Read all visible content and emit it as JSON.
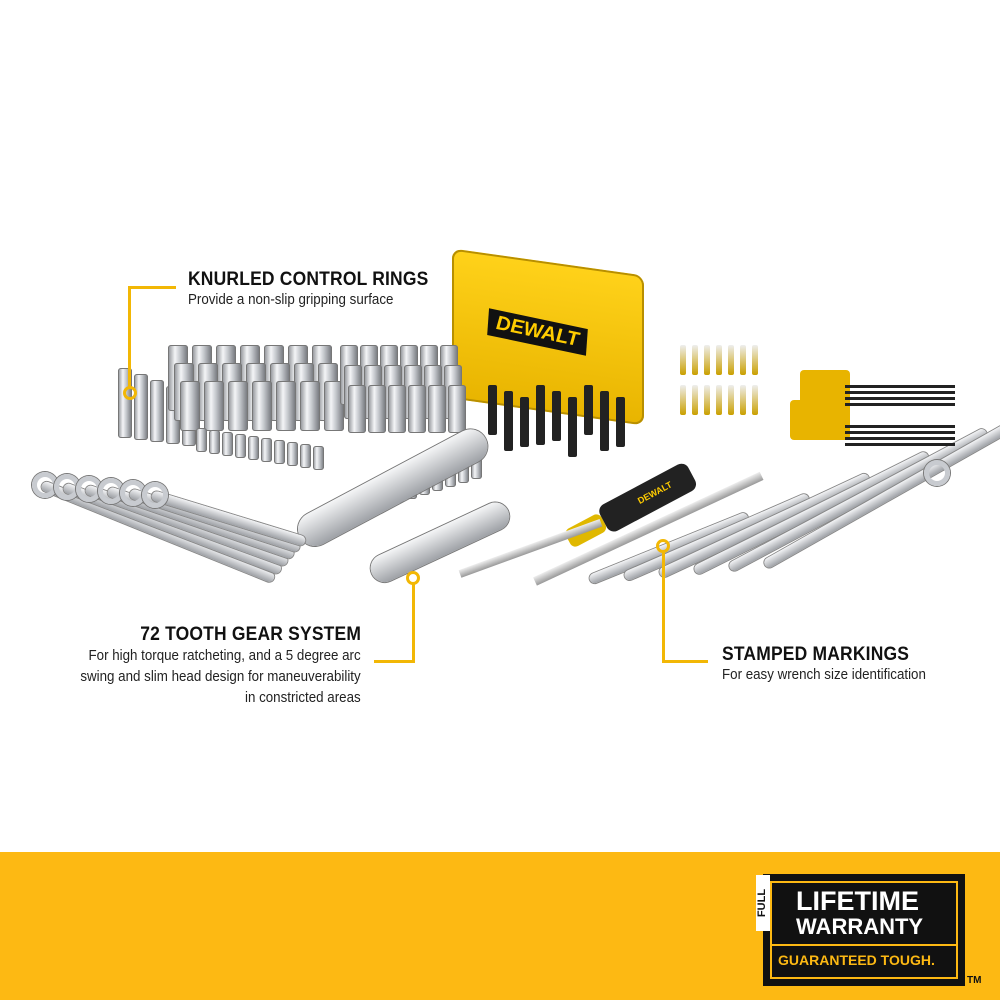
{
  "callouts": {
    "knurled": {
      "title": "KNURLED CONTROL RINGS",
      "desc": "Provide a non-slip gripping surface"
    },
    "gear": {
      "title": "72 TOOTH GEAR SYSTEM",
      "desc_lines": [
        "For high torque ratcheting, and a 5 degree arc",
        "swing and slim head design for maneuverability",
        "in constricted areas"
      ]
    },
    "stamped": {
      "title": "STAMPED MARKINGS",
      "desc": "For easy wrench size identification"
    }
  },
  "product": {
    "case_logo": "DEWALT",
    "screwdriver_logo": "DEWALT"
  },
  "badge": {
    "full": "FULL",
    "line1": "LIFETIME",
    "line2": "WARRANTY",
    "tagline": "GUARANTEED TOUGH.",
    "tm": "TM"
  },
  "colors": {
    "accent": "#fdb913",
    "callout_line": "#f2b705",
    "badge_bg": "#111111"
  }
}
